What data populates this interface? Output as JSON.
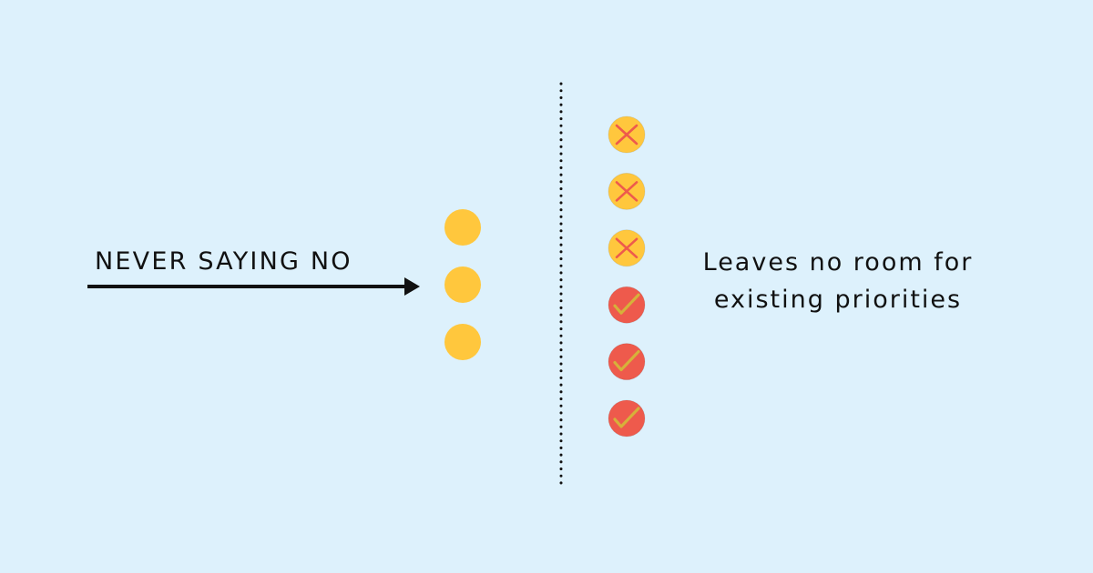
{
  "left_label": "NEVER SAYING NO",
  "right_label": {
    "line1": "Leaves no room for",
    "line2": "existing priorities"
  },
  "incoming": [
    {
      "name": "incoming-dot",
      "color": "#ffc73d"
    },
    {
      "name": "incoming-dot",
      "color": "#ffc73d"
    },
    {
      "name": "incoming-dot",
      "color": "#ffc73d"
    }
  ],
  "stack": [
    {
      "fill": "#ffc73d",
      "icon": "cross-icon",
      "icon_color": "#ee5a4c"
    },
    {
      "fill": "#ffc73d",
      "icon": "cross-icon",
      "icon_color": "#ee5a4c"
    },
    {
      "fill": "#ffc73d",
      "icon": "cross-icon",
      "icon_color": "#ee5a4c"
    },
    {
      "fill": "#ee5a4c",
      "icon": "check-icon",
      "icon_color": "#d6b13a"
    },
    {
      "fill": "#ee5a4c",
      "icon": "check-icon",
      "icon_color": "#d6b13a"
    },
    {
      "fill": "#ee5a4c",
      "icon": "check-icon",
      "icon_color": "#d6b13a"
    }
  ],
  "colors": {
    "background": "#ddf1fc",
    "arrow": "#111111",
    "divider": "#111111"
  }
}
